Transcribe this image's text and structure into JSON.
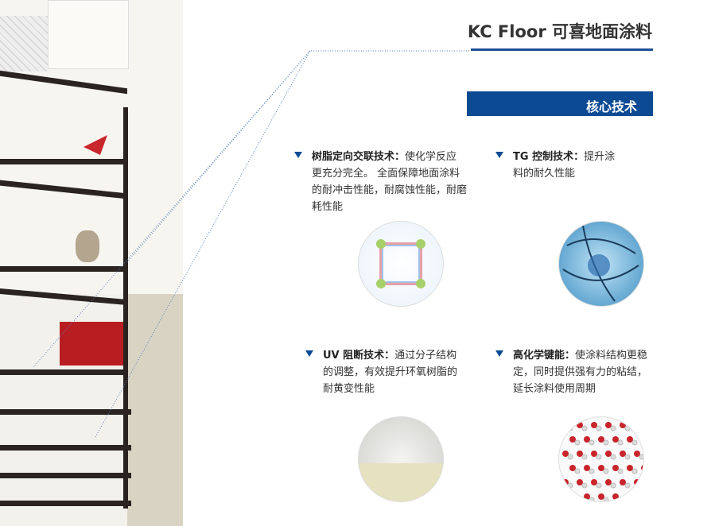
{
  "header": {
    "title": "KC Floor  可喜地面涂料",
    "section": "核心技术"
  },
  "items": [
    {
      "heading": "树脂定向交联技术：",
      "text": "使化学反应更充分完全。 全面保障地面涂料的耐冲击性能，耐腐蚀性能，耐磨耗性能",
      "image": "crosslink-diagram"
    },
    {
      "heading": "TG 控制技术：",
      "text": "提升涂料的耐久性能",
      "image": "molecular-network"
    },
    {
      "heading": "UV 阻断技术：",
      "text": "通过分子结构的调整，有效提升环氧树脂的耐黄变性能",
      "image": "petri-dish-sample"
    },
    {
      "heading": "高化学键能：",
      "text": "使涂料结构更稳定，同时提供强有力的粘结，延长涂料使用周期",
      "image": "molecule-lattice"
    }
  ],
  "colors": {
    "accent": "#0c4a93"
  }
}
